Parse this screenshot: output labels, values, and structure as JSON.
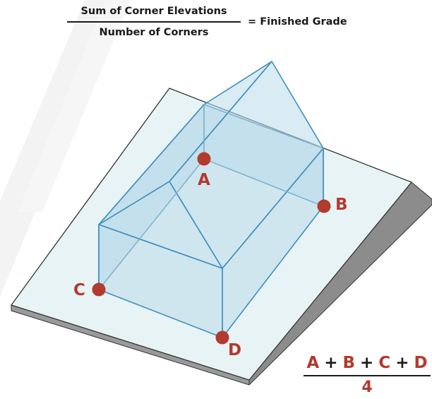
{
  "formula_top": {
    "numerator": "Sum of Corner Elevations",
    "denominator": "Number of Corners",
    "result": "= Finished Grade"
  },
  "corners": {
    "a": "A",
    "b": "B",
    "c": "C",
    "d": "D"
  },
  "formula_bottom": {
    "terms": [
      "A",
      "B",
      "C",
      "D"
    ],
    "operator": "+",
    "denominator": "4"
  },
  "colors": {
    "marker": "#b33a2f",
    "house_fill": "#cfe6f0",
    "house_stroke": "#3e8fbd",
    "slab_top": "#e9f4f7",
    "slab_side": "#8a8a8a"
  },
  "watermark": "A"
}
